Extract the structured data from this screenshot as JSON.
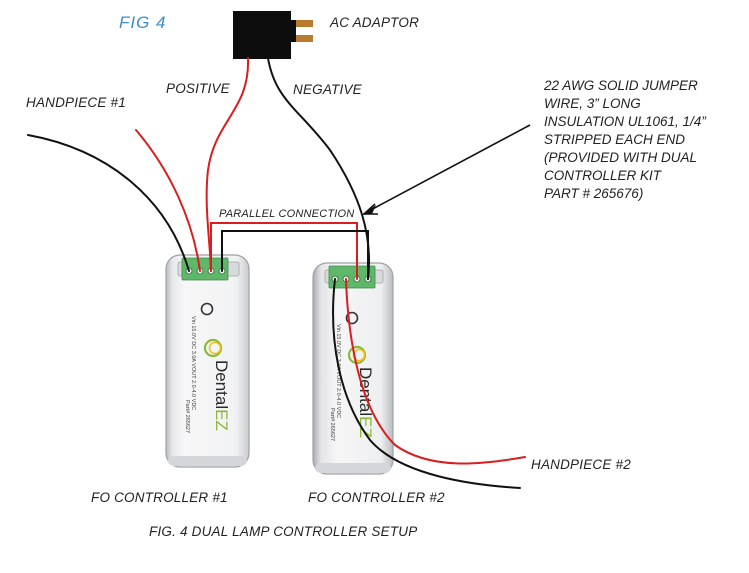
{
  "figure_label": "FIG 4",
  "labels": {
    "ac_adaptor": "AC ADAPTOR",
    "positive": "POSITIVE",
    "negative": "NEGATIVE",
    "handpiece1": "HANDPIECE #1",
    "handpiece2": "HANDPIECE #2",
    "parallel": "PARALLEL CONNECTION",
    "controller1": "FO CONTROLLER #1",
    "controller2": "FO CONTROLLER #2",
    "caption": "FIG. 4 DUAL LAMP CONTROLLER SETUP"
  },
  "jumper_note": [
    "22 AWG SOLID JUMPER",
    "WIRE, 3” LONG",
    "INSULATION UL1061, 1/4”",
    "STRIPPED EACH END",
    "(PROVIDED WITH DUAL",
    "CONTROLLER KIT",
    "PART # 265676)"
  ],
  "device": {
    "brand_prefix": "Dental",
    "brand_suffix": "EZ",
    "spec_text": "Vin 15.0V DC 3.0A  VOUT 2.0-4.0 VDC",
    "part_text": "Part# 265627"
  },
  "colors": {
    "wire_red": "#d81e1e",
    "wire_black": "#111111",
    "figure_blue": "#3b8fc4",
    "terminal_green": "#5fb86a",
    "brand_green": "#8cb83c"
  }
}
